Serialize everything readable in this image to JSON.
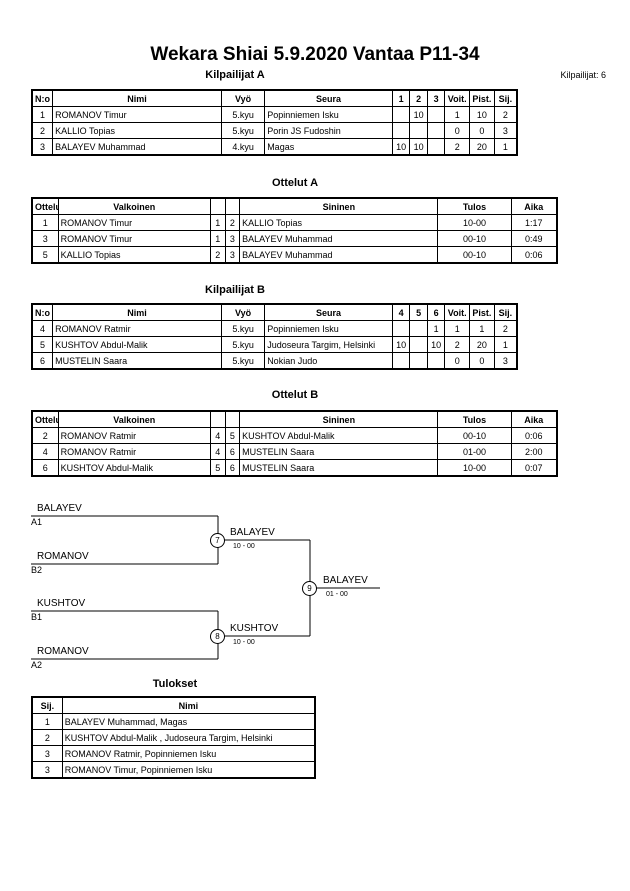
{
  "header": {
    "title": "Wekara Shiai  5.9.2020  Vantaa   P11-34",
    "competitors_count": "Kilpailijat: 6"
  },
  "pool_a": {
    "title": "Kilpailijat A",
    "columns": [
      "N:o",
      "Nimi",
      "Vyö",
      "Seura",
      "1",
      "2",
      "3",
      "Voit.",
      "Pist.",
      "Sij."
    ],
    "rows": [
      [
        "1",
        "ROMANOV Timur",
        "5.kyu",
        "Popinniemen Isku",
        "",
        "10",
        "",
        "1",
        "10",
        "2"
      ],
      [
        "2",
        "KALLIO Topias",
        "5.kyu",
        "Porin JS Fudoshin",
        "",
        "",
        "",
        "0",
        "0",
        "3"
      ],
      [
        "3",
        "BALAYEV Muhammad",
        "4.kyu",
        "Magas",
        "10",
        "10",
        "",
        "2",
        "20",
        "1"
      ]
    ]
  },
  "matches_a": {
    "title": "Ottelut A",
    "columns": [
      "Ottelu",
      "Valkoinen",
      "",
      "",
      "Sininen",
      "Tulos",
      "Aika"
    ],
    "rows": [
      [
        "1",
        "ROMANOV Timur",
        "1",
        "2",
        "KALLIO Topias",
        "10-00",
        "1:17"
      ],
      [
        "3",
        "ROMANOV Timur",
        "1",
        "3",
        "BALAYEV Muhammad",
        "00-10",
        "0:49"
      ],
      [
        "5",
        "KALLIO Topias",
        "2",
        "3",
        "BALAYEV Muhammad",
        "00-10",
        "0:06"
      ]
    ]
  },
  "pool_b": {
    "title": "Kilpailijat B",
    "columns": [
      "N:o",
      "Nimi",
      "Vyö",
      "Seura",
      "4",
      "5",
      "6",
      "Voit.",
      "Pist.",
      "Sij."
    ],
    "rows": [
      [
        "4",
        "ROMANOV Ratmir",
        "5.kyu",
        "Popinniemen Isku",
        "",
        "",
        "1",
        "1",
        "1",
        "2"
      ],
      [
        "5",
        "KUSHTOV Abdul-Malik",
        "5.kyu",
        "Judoseura Targim, Helsinki",
        "10",
        "",
        "10",
        "2",
        "20",
        "1"
      ],
      [
        "6",
        "MUSTELIN Saara",
        "5.kyu",
        "Nokian Judo",
        "",
        "",
        "",
        "0",
        "0",
        "3"
      ]
    ]
  },
  "matches_b": {
    "title": "Ottelut B",
    "columns": [
      "Ottelu",
      "Valkoinen",
      "",
      "",
      "Sininen",
      "Tulos",
      "Aika"
    ],
    "rows": [
      [
        "2",
        "ROMANOV Ratmir",
        "4",
        "5",
        "KUSHTOV Abdul-Malik",
        "00-10",
        "0:06"
      ],
      [
        "4",
        "ROMANOV Ratmir",
        "4",
        "6",
        "MUSTELIN Saara",
        "01-00",
        "2:00"
      ],
      [
        "6",
        "KUSHTOV Abdul-Malik",
        "5",
        "6",
        "MUSTELIN Saara",
        "10-00",
        "0:07"
      ]
    ]
  },
  "bracket": {
    "sf1_top_name": "BALAYEV",
    "sf1_top_seed": "A1",
    "sf1_bottom_name": "ROMANOV",
    "sf1_bottom_seed": "B2",
    "sf1_match": "7",
    "sf1_winner": "BALAYEV",
    "sf1_score": "10 - 00",
    "sf2_top_name": "KUSHTOV",
    "sf2_top_seed": "B1",
    "sf2_bottom_name": "ROMANOV",
    "sf2_bottom_seed": "A2",
    "sf2_match": "8",
    "sf2_winner": "KUSHTOV",
    "sf2_score": "10 - 00",
    "final_match": "9",
    "final_winner": "BALAYEV",
    "final_score": "01 - 00"
  },
  "results": {
    "title": "Tulokset",
    "columns": [
      "Sij.",
      "Nimi"
    ],
    "rows": [
      [
        "1",
        "BALAYEV Muhammad, Magas"
      ],
      [
        "2",
        "KUSHTOV Abdul-Malik , Judoseura Targim, Helsinki"
      ],
      [
        "3",
        "ROMANOV Ratmir, Popinniemen Isku"
      ],
      [
        "3",
        "ROMANOV Timur, Popinniemen Isku"
      ]
    ]
  }
}
